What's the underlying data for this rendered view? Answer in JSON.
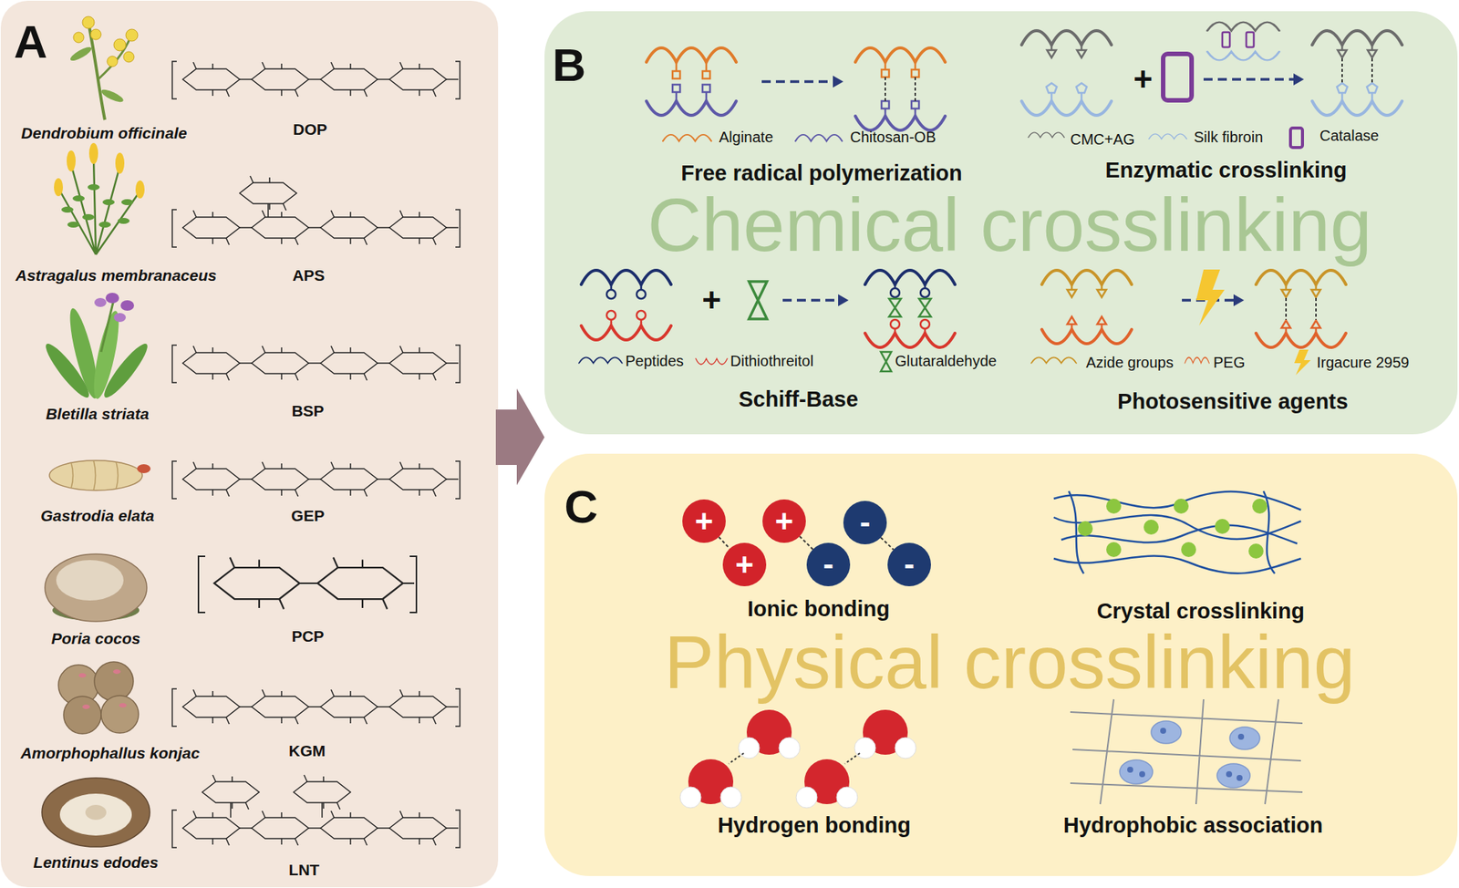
{
  "diagram": {
    "nodes": [
      {
        "text": [
          "A"
        ]
      },
      {
        "text": [
          "B",
          "Chemical crosslinking"
        ]
      },
      {
        "text": [
          "C",
          "Physical crosslinking"
        ]
      },
      {
        "text": [
          "+"
        ],
        "in": 2
      },
      {
        "text": [
          "+"
        ],
        "in": 2
      },
      {
        "text": [
          "-"
        ],
        "in": 2
      },
      {
        "text": [
          "+"
        ],
        "in": 2
      },
      {
        "text": [
          "-"
        ],
        "in": 2
      },
      {
        "text": [
          "-"
        ],
        "in": 2
      }
    ],
    "edges": [
      {
        "from": 3,
        "to": 6,
        "arrow": "none"
      },
      {
        "from": 4,
        "to": 7,
        "arrow": "none"
      },
      {
        "from": 5,
        "to": 8,
        "arrow": "none"
      }
    ],
    "labels": [
      "Dendrobium officinale",
      "DOP",
      "Astragalus membranaceus",
      "APS",
      "Bletilla striata",
      "BSP",
      "Gastrodia elata",
      "GEP",
      "Poria cocos",
      "PCP",
      "Amorphophallus konjac",
      "KGM",
      "Lentinus edodes",
      "LNT",
      "Alginate",
      "Chitosan-OB",
      "Free radical polymerization",
      "+",
      "CMC+AG",
      "Silk fibroin",
      "Catalase",
      "Enzymatic crosslinking",
      "Peptides",
      "Dithiothreitol",
      "Glutaraldehyde",
      "+",
      "Schiff-Base",
      "Azide groups",
      "PEG",
      "Irgacure 2959",
      "Photosensitive agents",
      "Ionic bonding",
      "Crystal crosslinking",
      "Hydrogen bonding",
      "Hydrophobic association"
    ]
  }
}
